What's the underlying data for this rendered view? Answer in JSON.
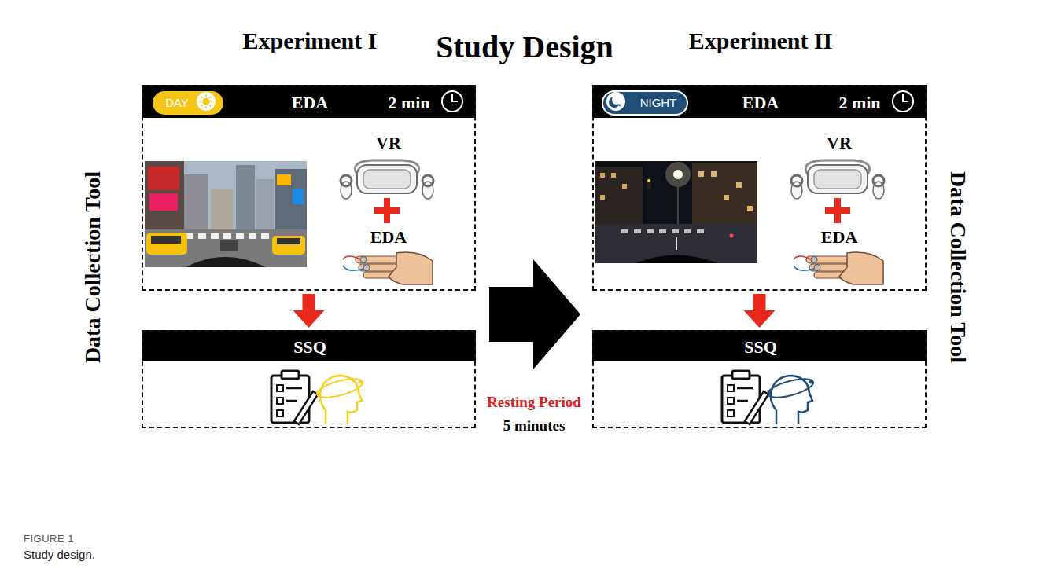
{
  "diagram": {
    "title": "Study Design",
    "caption": "Study design.",
    "nodes": [
      {
        "text": [
          "Experiment I",
          "EDA",
          "2 min",
          "VR",
          "EDA"
        ]
      },
      {
        "text": [
          "DAY"
        ],
        "in": 0
      },
      {
        "text": [
          "SSQ"
        ]
      },
      {
        "text": [
          "Experiment II",
          "EDA",
          "2 min",
          "VR",
          "EDA"
        ]
      },
      {
        "text": [
          "NIGHT"
        ],
        "in": 3
      },
      {
        "text": [
          "SSQ"
        ]
      }
    ],
    "edges": [
      {
        "from": 0,
        "to": 2,
        "arrow": "to"
      },
      {
        "from": 3,
        "to": 5,
        "arrow": "to"
      }
    ],
    "labels": [
      "Data Collection Tool",
      "Resting Period",
      "5 minutes",
      "Data Collection Tool",
      "FIGURE 1"
    ]
  }
}
